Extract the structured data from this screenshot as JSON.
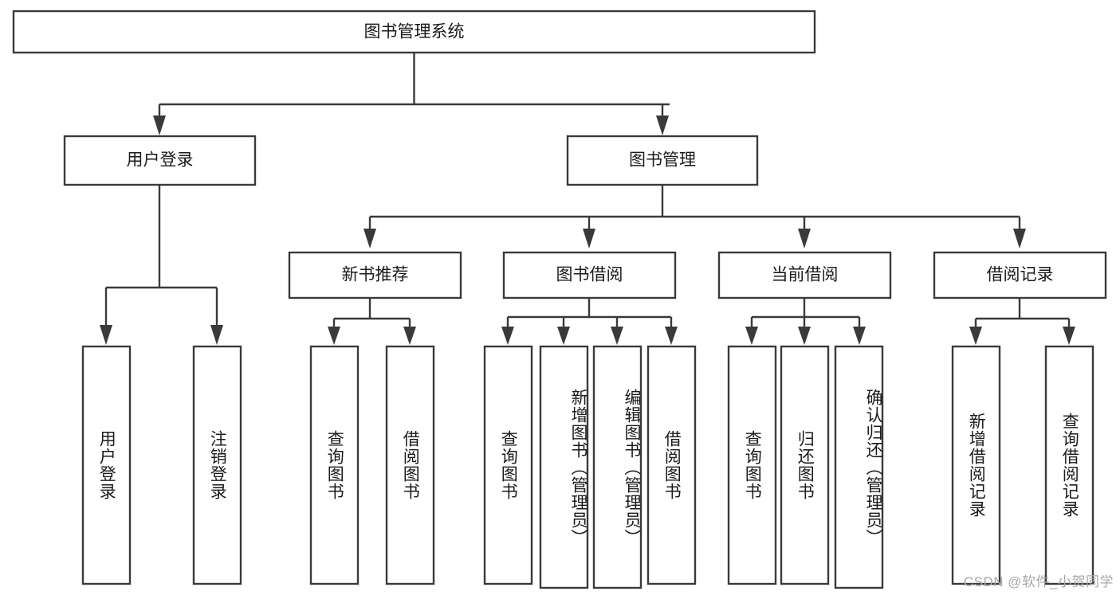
{
  "diagram": {
    "type": "hierarchy-tree",
    "title": "图书管理系统",
    "watermark": "CSDN @软件_小贺同学",
    "colors": {
      "stroke": "#3a3a3a",
      "fill": "#ffffff",
      "text": "#1b1b1b",
      "watermark": "#a8a8a8",
      "background": "#ffffff"
    },
    "root": {
      "label": "图书管理系统",
      "orientation": "horizontal"
    },
    "level2": [
      {
        "label": "用户登录",
        "orientation": "horizontal"
      },
      {
        "label": "图书管理",
        "orientation": "horizontal"
      }
    ],
    "level3": [
      {
        "label": "新书推荐",
        "orientation": "horizontal"
      },
      {
        "label": "图书借阅",
        "orientation": "horizontal"
      },
      {
        "label": "当前借阅",
        "orientation": "horizontal"
      },
      {
        "label": "借阅记录",
        "orientation": "horizontal"
      }
    ],
    "leaves": {
      "user_login": [
        {
          "label": "用户登录",
          "orientation": "vertical"
        },
        {
          "label": "注销登录",
          "orientation": "vertical"
        }
      ],
      "new_book_recommend": [
        {
          "label": "查询图书",
          "orientation": "vertical"
        },
        {
          "label": "借阅图书",
          "orientation": "vertical"
        }
      ],
      "book_borrow": [
        {
          "label": "查询图书",
          "orientation": "vertical"
        },
        {
          "label": "新增图书（管理员）",
          "orientation": "vertical"
        },
        {
          "label": "编辑图书（管理员）",
          "orientation": "vertical"
        },
        {
          "label": "借阅图书",
          "orientation": "vertical"
        }
      ],
      "current_borrow": [
        {
          "label": "查询图书",
          "orientation": "vertical"
        },
        {
          "label": "归还图书",
          "orientation": "vertical"
        },
        {
          "label": "确认归还（管理员）",
          "orientation": "vertical"
        }
      ],
      "borrow_record": [
        {
          "label": "新增借阅记录",
          "orientation": "vertical"
        },
        {
          "label": "查询借阅记录",
          "orientation": "vertical"
        }
      ]
    }
  }
}
